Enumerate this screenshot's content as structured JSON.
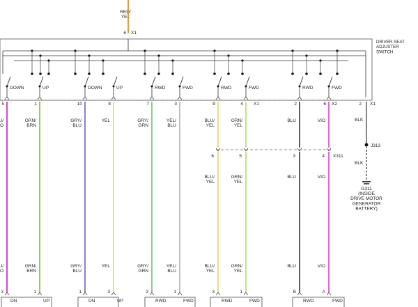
{
  "supply": {
    "wire_label": "RED/\nYEL",
    "pin": "6",
    "connector": "X1",
    "color": "#e8902a"
  },
  "switch": {
    "title": "DRIVER SEAT\nADJUSTER\nSWITCH",
    "connectors": [
      "X1",
      "X2",
      "X1"
    ],
    "positions": [
      "DOWN",
      "UP",
      "DOWN",
      "UP",
      "RWD",
      "FWD",
      "RWD",
      "FWD",
      "RWD",
      "FWD"
    ]
  },
  "wires": [
    {
      "pin_top": "5",
      "top_label": "BLU/\nVIO",
      "bottom_label": "BLU/\nVIO",
      "pin_bottom": "3",
      "term": "DN",
      "color": "#cc33cc"
    },
    {
      "pin_top": "1",
      "top_label": "GRN/\nBRN",
      "bottom_label": "GRN/\nBRN",
      "pin_bottom": "1",
      "term": "UP",
      "color": "#88c83a"
    },
    {
      "pin_top": "10",
      "top_label": "GRY/\nBLU",
      "bottom_label": "GRY/\nBLU",
      "pin_bottom": "1",
      "term": "DN",
      "color": "#7a74c8"
    },
    {
      "pin_top": "8",
      "top_label": "YEL",
      "bottom_label": "YEL",
      "pin_bottom": "3",
      "term": "UP",
      "color": "#e8e83a"
    },
    {
      "pin_top": "7",
      "top_label": "GRY/\nGRN",
      "bottom_label": "GRY/\nGRN",
      "pin_bottom": "3",
      "term": "RWD",
      "color": "#78c878"
    },
    {
      "pin_top": "3",
      "top_label": "YEL/\nBLU",
      "bottom_label": "YEL/\nBLU",
      "pin_bottom": "1",
      "term": "FWD",
      "color": "#b8b8c8"
    },
    {
      "pin_top": "9",
      "top_label": "BLU/\nYEL",
      "bottom_label": "BLU/\nYEL",
      "pin_bottom": "3",
      "term": "RWD",
      "color": "#e8d878",
      "mid_pin": "6"
    },
    {
      "pin_top": "4",
      "top_label": "GRN/\nYEL",
      "bottom_label": "GRN/\nYEL",
      "pin_bottom": "1",
      "term": "FWD",
      "color": "#b8e07a",
      "mid_pin": "5"
    },
    {
      "pin_top": "2",
      "top_label": "BLU",
      "bottom_label": "BLU",
      "pin_bottom": "B",
      "term": "RWD",
      "color": "#3a3ac8",
      "mid_pin": "3"
    },
    {
      "pin_top": "6",
      "top_label": "VIO",
      "bottom_label": "VIO",
      "pin_bottom": "A",
      "term": "FWD",
      "color": "#dd55dd",
      "mid_pin": "4"
    }
  ],
  "mid_connector": "X311",
  "ground": {
    "pin": "2",
    "connector": "X1",
    "wire_label": "BLK",
    "splice": "J313",
    "wire_label_2": "BLK",
    "ground_id": "G311",
    "location": "(INSIDE\nDRIVE MOTOR\nGENERATOR\nBATTERY)"
  }
}
